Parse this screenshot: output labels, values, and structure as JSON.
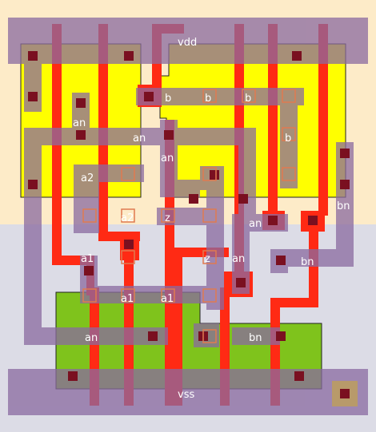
{
  "colors": {
    "nwell": "#fdebc8",
    "pwell": "#dcdce6",
    "pdiff": "#ffff00",
    "ndiff": "#7fc31c",
    "poly": "#ff2a14",
    "metal1": "#8a6aa0",
    "metal1_opacity": 0.75,
    "contact": "#7a1020",
    "via": "#e07a50"
  },
  "labels": {
    "vdd": "vdd",
    "vss": "vss",
    "b_1": "b",
    "b_2": "b",
    "b_3": "b",
    "b_4": "b",
    "an_1": "an",
    "an_2": "an",
    "an_3": "an",
    "an_4": "an",
    "an_5": "an",
    "an_6": "an",
    "a2_1": "a2",
    "a2_2": "a2",
    "z_1": "z",
    "z_2": "z",
    "a1_1": "a1",
    "a1_2": "a1",
    "a1_3": "a1",
    "bn_1": "bn",
    "bn_2": "bn",
    "bn_3": "bn"
  }
}
